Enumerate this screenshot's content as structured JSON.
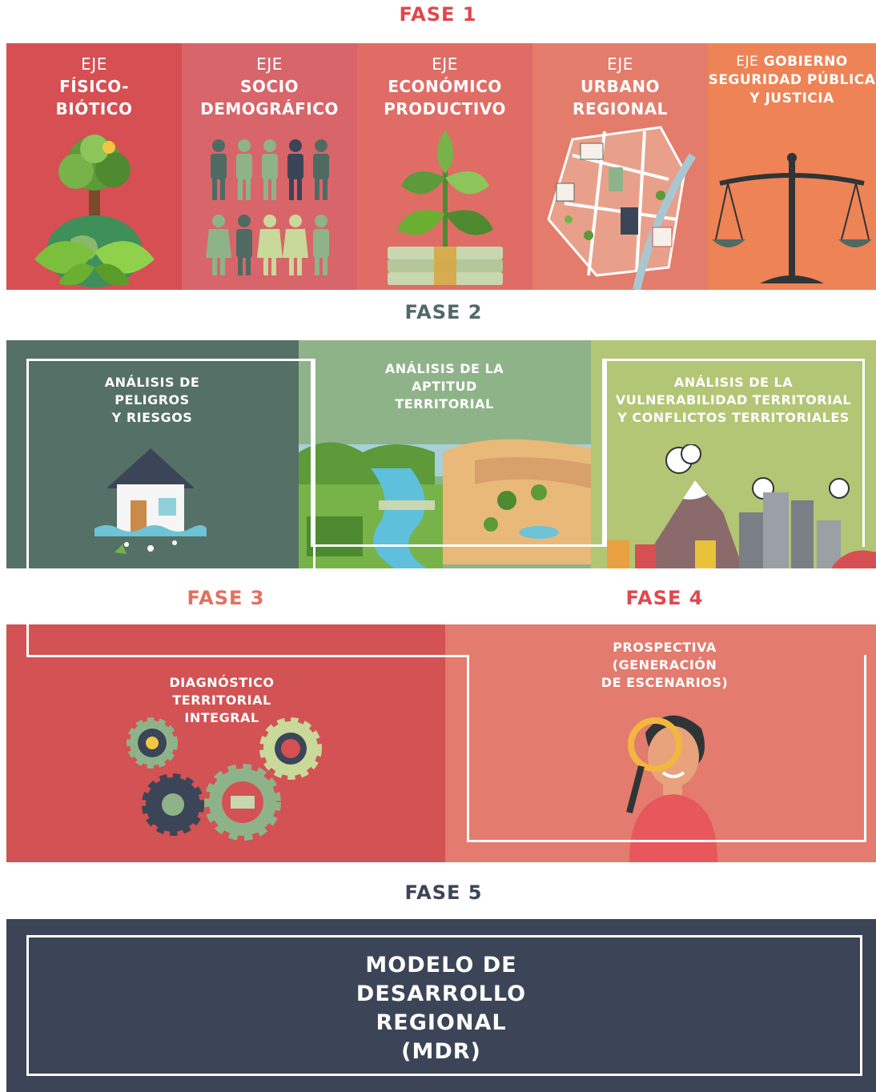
{
  "colors": {
    "fase1_title": "#e0474c",
    "fase2_title": "#4f6a63",
    "fase3_title": "#e2705f",
    "fase4_title": "#e0474c",
    "fase5_title": "#3b4557",
    "eje1": "#d64f53",
    "eje2": "#d8656a",
    "eje3": "#df6d66",
    "eje4": "#e47c6b",
    "eje5": "#ee8355",
    "fase2_a": "#557066",
    "fase2_b": "#8fb389",
    "fase2_c": "#b2c675",
    "fase3_bg": "#d35253",
    "fase4_bg": "#e37b6e",
    "fase5_bg": "#3b4557"
  },
  "fase1": {
    "title": "FASE 1",
    "ejes": [
      {
        "pre": "EJE",
        "main": "FÍSICO-\nBIÓTICO",
        "icon": "tree-earth-icon"
      },
      {
        "pre": "EJE",
        "main": "SOCIO\nDEMOGRÁFICO",
        "icon": "people-icon"
      },
      {
        "pre": "EJE",
        "main": "ECONÓMICO\nPRODUCTIVO",
        "icon": "plant-money-icon"
      },
      {
        "pre": "EJE",
        "main": "URBANO\nREGIONAL",
        "icon": "city-map-icon"
      },
      {
        "pre": "EJE",
        "main_inline": "GOBIERNO",
        "main": "SEGURIDAD PÚBLICA\nY JUSTICIA",
        "icon": "scales-icon"
      }
    ]
  },
  "fase2": {
    "title": "FASE 2",
    "panels": [
      {
        "label": "ANÁLISIS DE\nPELIGROS\nY RIESGOS",
        "icon": "flooded-house-icon"
      },
      {
        "label": "ANÁLISIS DE LA\nAPTITUD\nTERRITORIAL",
        "icon": "landscape-icon"
      },
      {
        "label": "ANÁLISIS DE LA\nVULNERABILIDAD TERRITORIAL\nY CONFLICTOS TERRITORIALES",
        "icon": "volcano-city-icon"
      }
    ]
  },
  "fase3": {
    "title": "FASE 3",
    "label": "DIAGNÓSTICO\nTERRITORIAL\nINTEGRAL",
    "icon": "gears-icon"
  },
  "fase4": {
    "title": "FASE 4",
    "label": "PROSPECTIVA\n(GENERACIÓN\nDE ESCENARIOS)",
    "icon": "magnifier-person-icon"
  },
  "fase5": {
    "title": "FASE 5",
    "label": "MODELO DE\nDESARROLLO\nREGIONAL\n(MDR)"
  }
}
